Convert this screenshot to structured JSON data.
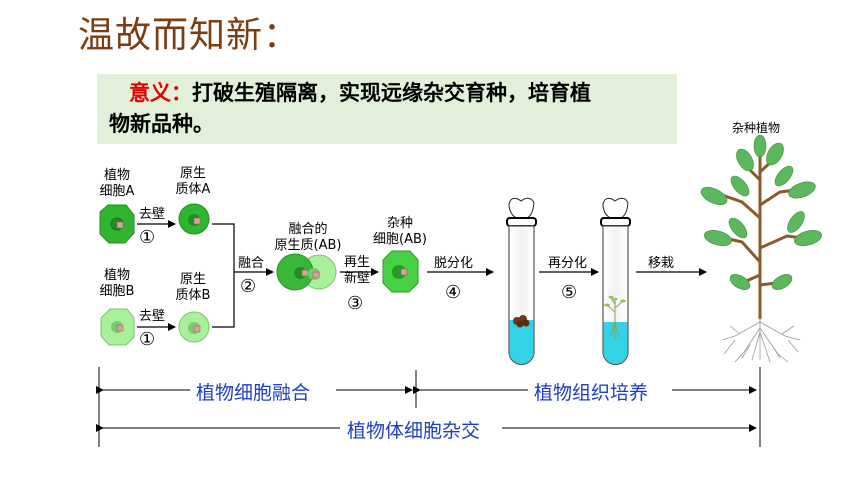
{
  "title": "温故而知新：",
  "meaning": {
    "key": "意义：",
    "text_line1": "打破生殖隔离，实现远缘杂交育种，培育植",
    "text_line2": "物新品种。"
  },
  "labels": {
    "cell_a_1": "植物",
    "cell_a_2": "细胞A",
    "cell_b_1": "植物",
    "cell_b_2": "细胞B",
    "proto_a_1": "原生",
    "proto_a_2": "质体A",
    "proto_b_1": "原生",
    "proto_b_2": "质体B",
    "remove_wall_a": "去壁",
    "remove_wall_b": "去壁",
    "step1_a": "①",
    "step1_b": "①",
    "fuse": "融合",
    "step2": "②",
    "fused_1": "融合的",
    "fused_2": "原生质(AB)",
    "regen_1": "再生",
    "regen_2": "新壁",
    "step3": "③",
    "hybrid_1": "杂种",
    "hybrid_2": "细胞(AB)",
    "dediff": "脱分化",
    "step4": "④",
    "rediff": "再分化",
    "step5": "⑤",
    "transplant": "移栽",
    "hybrid_plant": "杂种植物"
  },
  "spans": {
    "cell_fusion": "植物细胞融合",
    "tissue_culture": "植物组织培养",
    "somatic_hybrid": "植物体细胞杂交"
  },
  "colors": {
    "title": "#7a3e12",
    "key": "#e20000",
    "box_bg": "#e2efd9",
    "span_text": "#1f3fc2",
    "cell_a": "#2fb52f",
    "cell_b": "#a9f09b",
    "medium": "#33d2e6",
    "leaf": "#5cb85c"
  }
}
